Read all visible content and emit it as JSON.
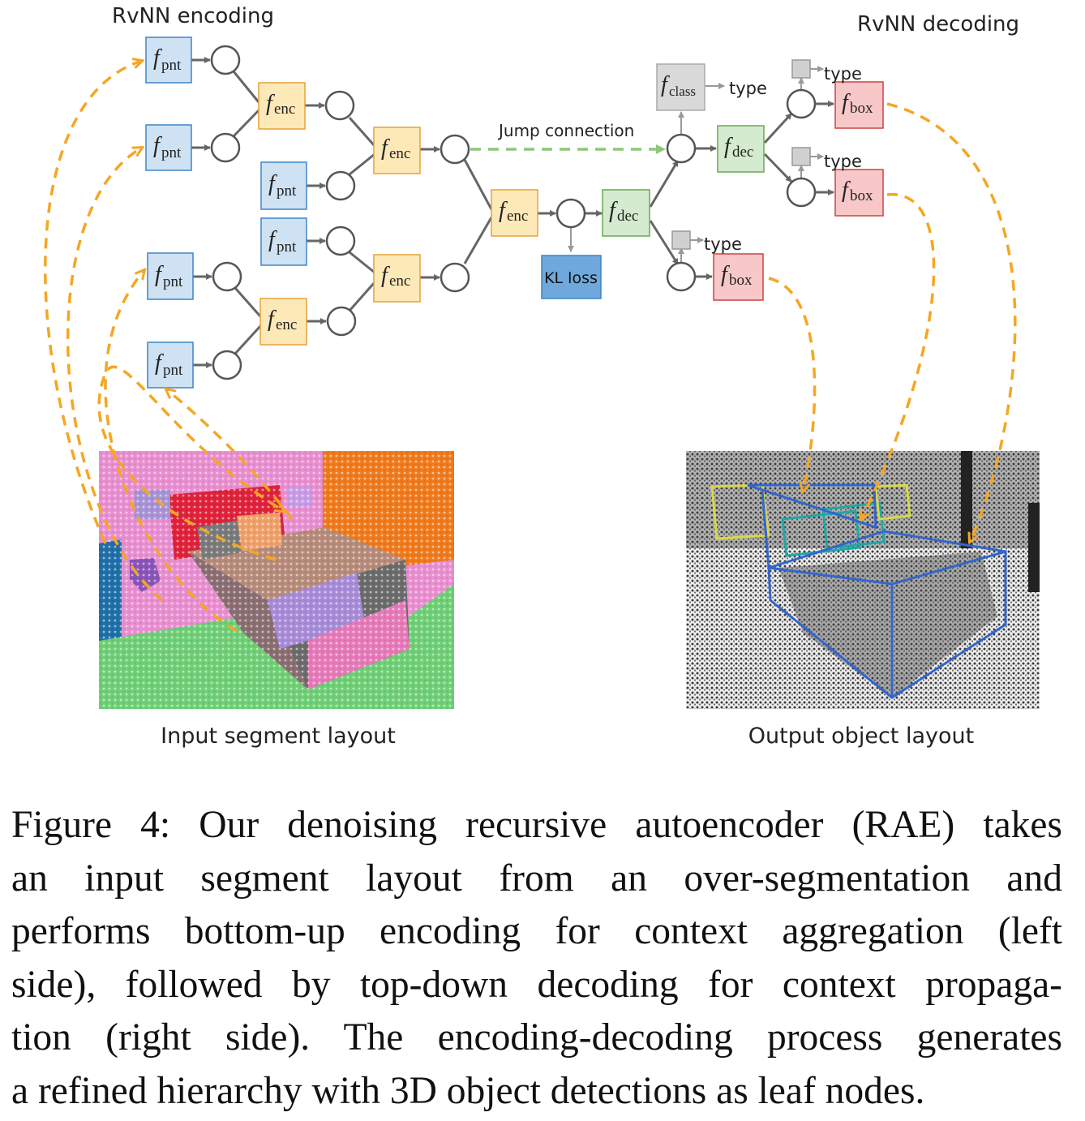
{
  "headings": {
    "encoding": "RvNN encoding",
    "decoding": "RvNN decoding"
  },
  "node_labels": {
    "f": "f",
    "pnt": "pnt",
    "enc": "enc",
    "dec": "dec",
    "box": "box",
    "class": "class"
  },
  "labels": {
    "jump": "Jump connection",
    "kl": "KL loss",
    "type": "type"
  },
  "image_captions": {
    "input": "Input segment layout",
    "output": "Output object layout"
  },
  "caption_lines": [
    "Figure 4: Our denoising recursive autoencoder (RAE) takes",
    "an input segment layout from an over-segmentation and",
    "performs bottom-up encoding for context aggregation (left",
    "side), followed by top-down decoding for context propaga-",
    "tion (right side). The encoding-decoding process generates",
    "a refined hierarchy with 3D object detections as leaf nodes."
  ],
  "colors": {
    "pnt": "#cfe2f3",
    "enc": "#fde9b8",
    "dec": "#d5ebcf",
    "box": "#f8c8c8",
    "class": "#d9d9d9",
    "kl": "#6fa8dc",
    "dashed_orange": "#f5a623",
    "dashed_green": "#8bc87a"
  }
}
